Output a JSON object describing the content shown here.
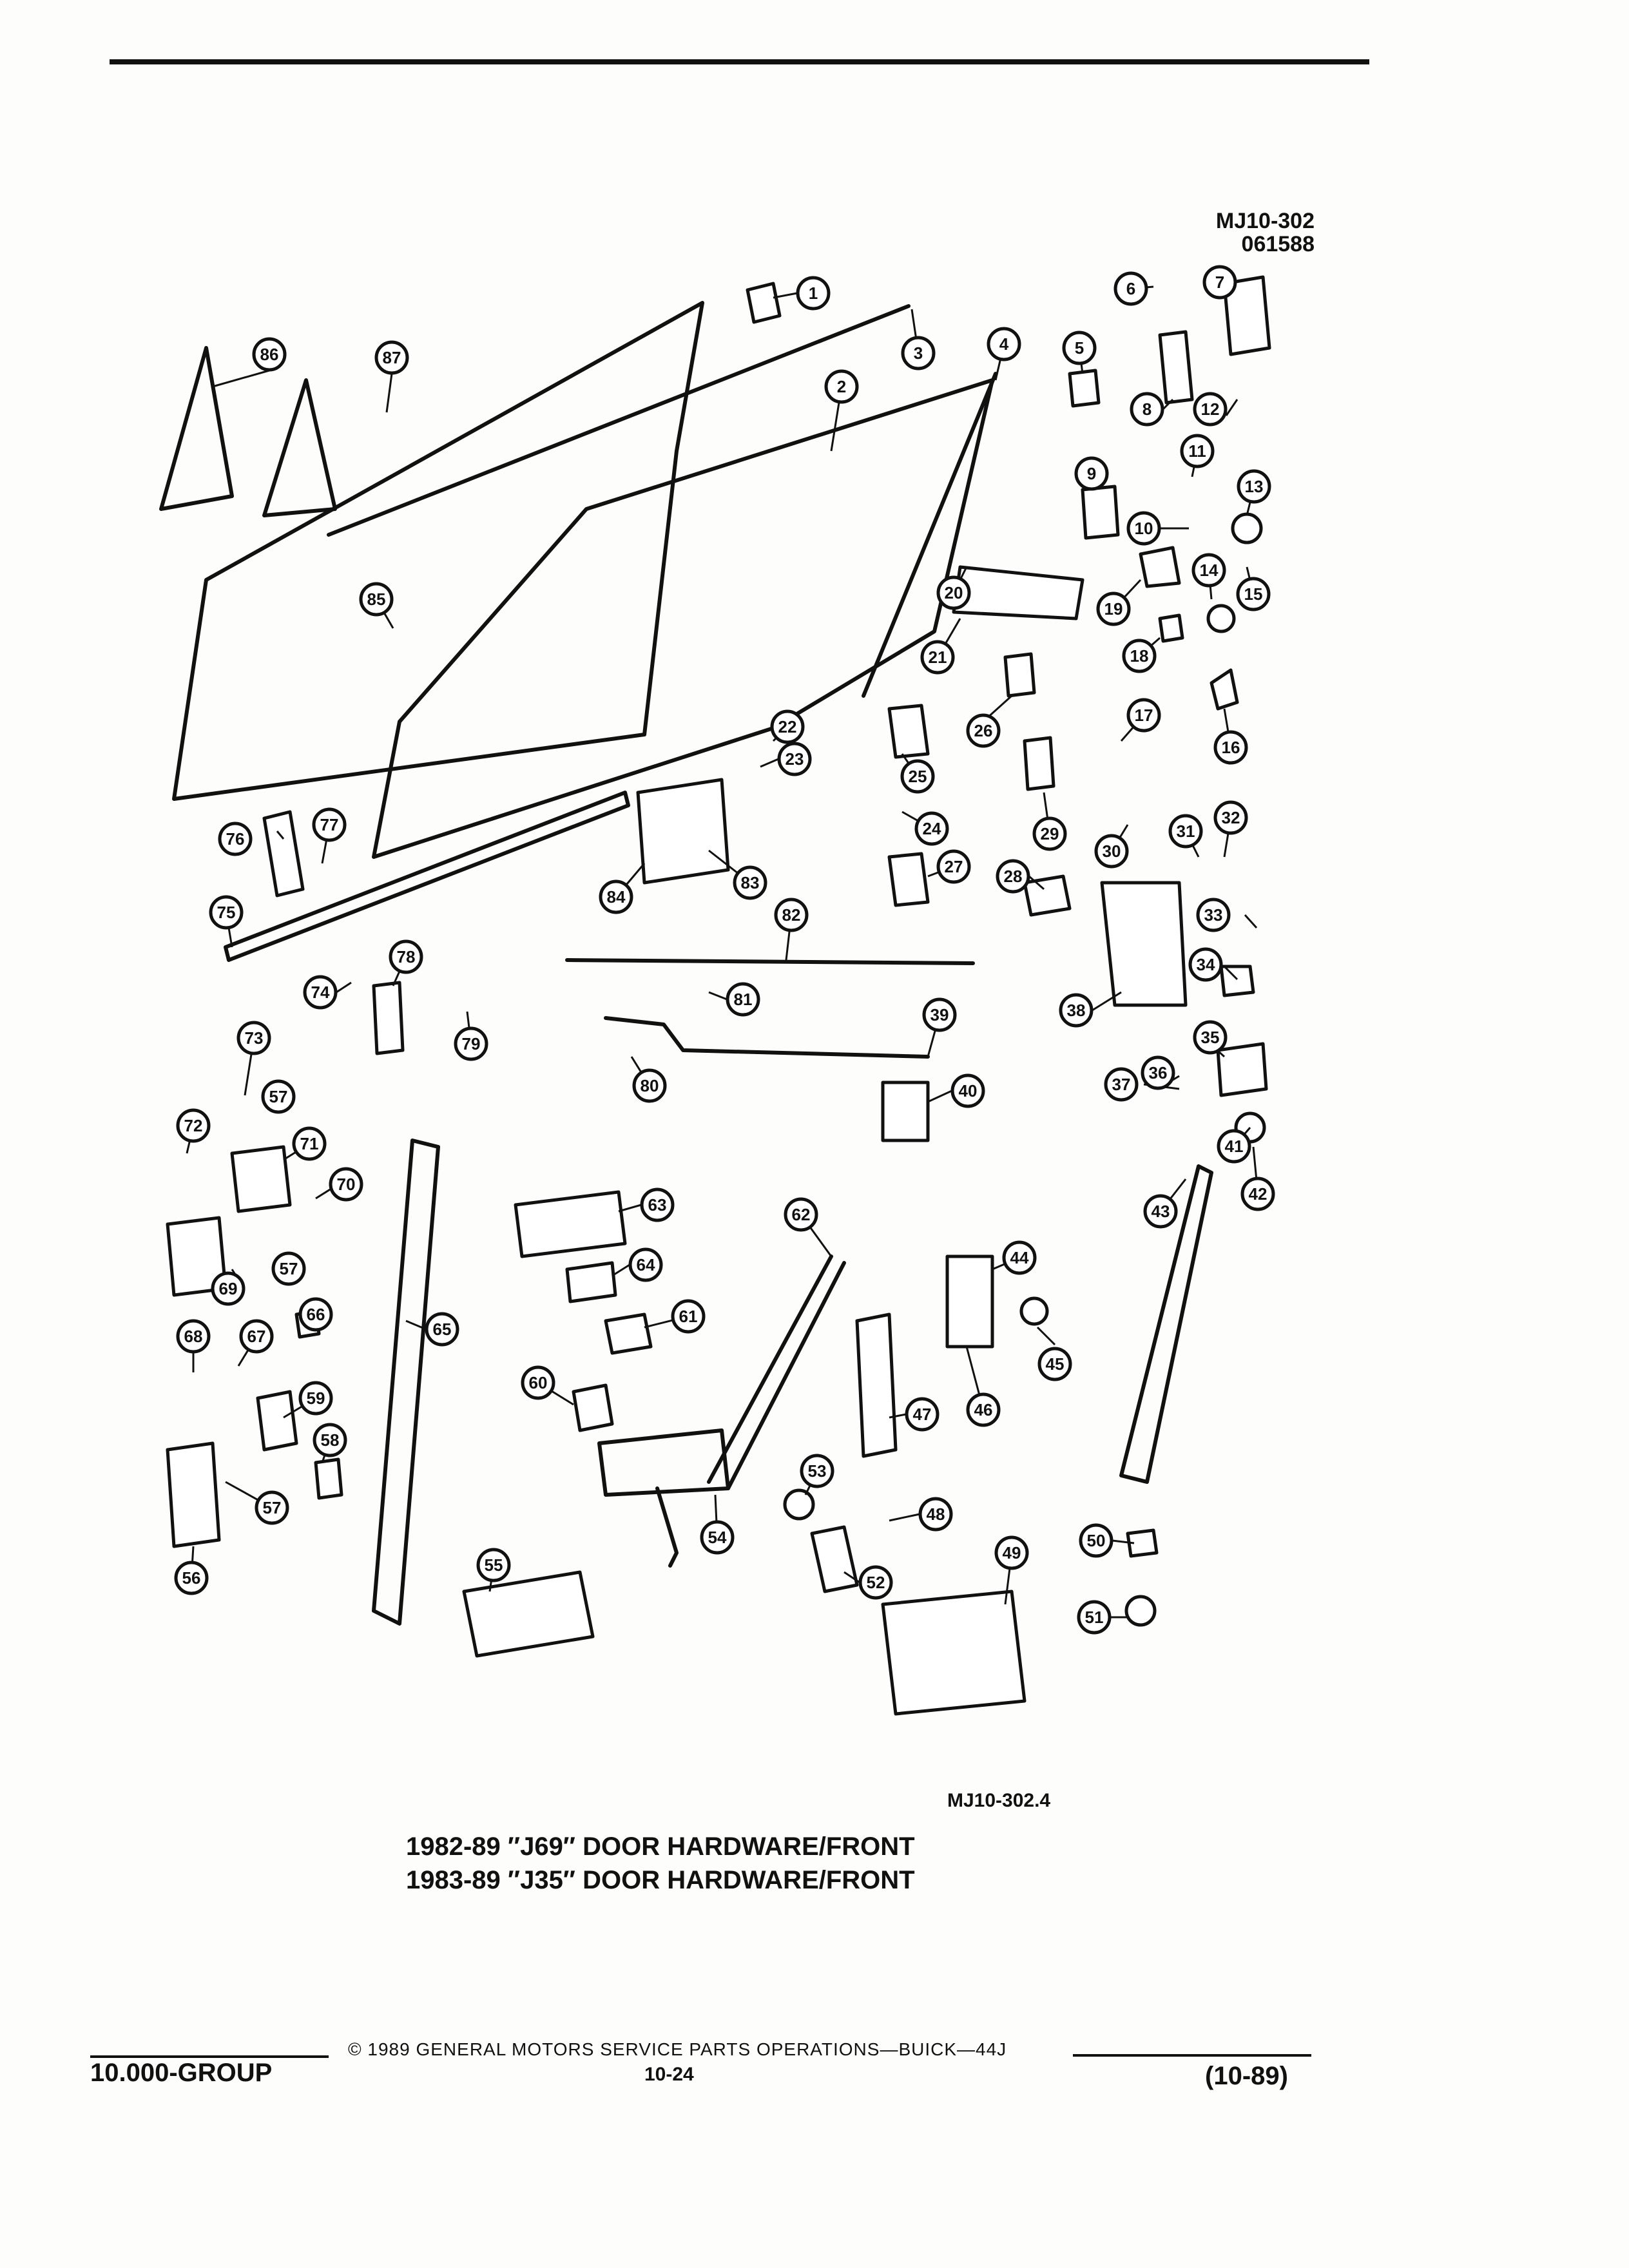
{
  "header": {
    "code": "MJ10-302",
    "date": "061588"
  },
  "figure": {
    "id": "MJ10-302.4",
    "caption_lines": [
      "1982-89 ″J69″ DOOR HARDWARE/FRONT",
      "1983-89 ″J35″ DOOR HARDWARE/FRONT"
    ],
    "callouts": [
      "1",
      "2",
      "3",
      "4",
      "5",
      "6",
      "7",
      "8",
      "9",
      "10",
      "11",
      "12",
      "13",
      "14",
      "15",
      "16",
      "17",
      "18",
      "19",
      "20",
      "21",
      "22",
      "23",
      "24",
      "25",
      "26",
      "27",
      "28",
      "29",
      "30",
      "31",
      "32",
      "33",
      "34",
      "35",
      "36",
      "37",
      "38",
      "39",
      "40",
      "41",
      "42",
      "43",
      "44",
      "45",
      "46",
      "47",
      "48",
      "49",
      "50",
      "51",
      "52",
      "53",
      "54",
      "55",
      "56",
      "57",
      "57",
      "57",
      "58",
      "59",
      "60",
      "61",
      "62",
      "63",
      "64",
      "65",
      "66",
      "67",
      "68",
      "69",
      "70",
      "71",
      "72",
      "73",
      "74",
      "75",
      "76",
      "77",
      "78",
      "79",
      "80",
      "81",
      "82",
      "83",
      "84",
      "85",
      "86",
      "87"
    ]
  },
  "footer": {
    "group": "10.000-GROUP",
    "copyright": "© 1989 GENERAL MOTORS SERVICE PARTS OPERATIONS—BUICK—44J",
    "page": "10-24",
    "revision": "(10-89)"
  }
}
